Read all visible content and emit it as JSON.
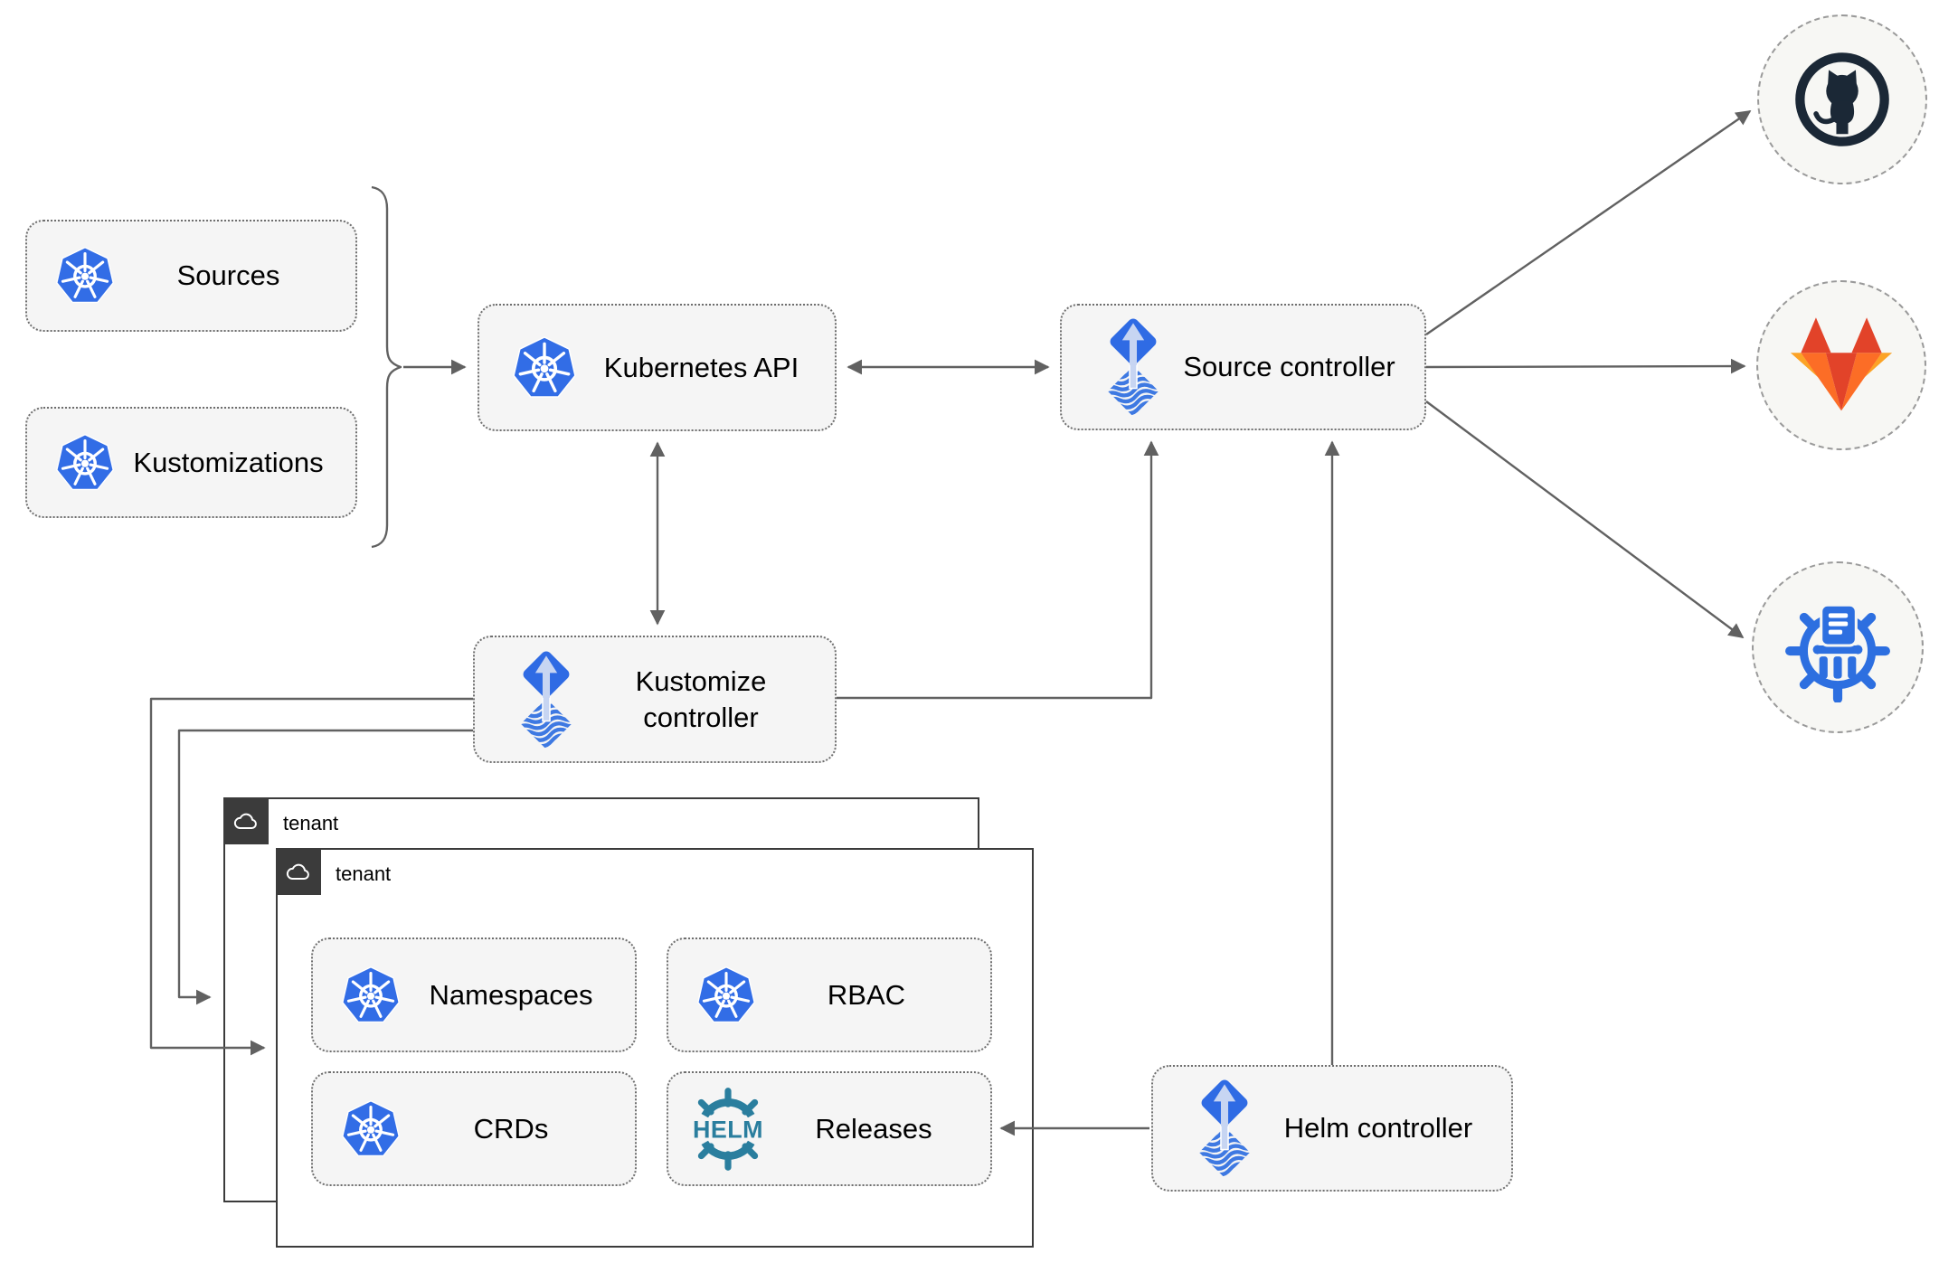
{
  "nodes": {
    "sources": {
      "label": "Sources",
      "icon": "kubernetes-icon"
    },
    "kustomizations": {
      "label": "Kustomizations",
      "icon": "kubernetes-icon"
    },
    "kubernetes_api": {
      "label": "Kubernetes API",
      "icon": "kubernetes-icon"
    },
    "source_controller": {
      "label": "Source controller",
      "icon": "flux-icon"
    },
    "kustomize_controller": {
      "label": "Kustomize controller",
      "icon": "flux-icon"
    },
    "helm_controller": {
      "label": "Helm controller",
      "icon": "flux-icon"
    },
    "tenant_back": {
      "label": "tenant",
      "icon": "cloud-icon"
    },
    "tenant_front": {
      "label": "tenant",
      "icon": "cloud-icon"
    },
    "namespaces": {
      "label": "Namespaces",
      "icon": "kubernetes-icon"
    },
    "rbac": {
      "label": "RBAC",
      "icon": "kubernetes-icon"
    },
    "crds": {
      "label": "CRDs",
      "icon": "kubernetes-icon"
    },
    "releases": {
      "label": "Releases",
      "icon": "helm-icon"
    }
  },
  "external_targets": [
    {
      "name": "github",
      "icon": "github-icon"
    },
    {
      "name": "gitlab",
      "icon": "gitlab-icon"
    },
    {
      "name": "chartmuseum",
      "icon": "chartmuseum-icon"
    }
  ],
  "icons": {
    "helm_wordmark": "HELM",
    "kubernetes-icon": "blue heptagon with white ship wheel",
    "flux-icon": "blue diamond with up arrow over wavy-striped diamond",
    "helm-icon": "teal ship wheel with HELM wordmark",
    "cloud-icon": "white outline cloud on dark tab",
    "github-icon": "octocat in dark ring",
    "gitlab-icon": "orange tanuki fox",
    "chartmuseum-icon": "blue ship wheel with museum columns and document"
  },
  "edges": [
    {
      "from": "sources_and_kustomizations",
      "to": "kubernetes_api",
      "style": "arrow-with-bracket"
    },
    {
      "from": "kubernetes_api",
      "to": "source_controller",
      "style": "bidirectional"
    },
    {
      "from": "kubernetes_api",
      "to": "kustomize_controller",
      "style": "bidirectional"
    },
    {
      "from": "kustomize_controller",
      "to": "source_controller",
      "style": "arrow"
    },
    {
      "from": "kustomize_controller",
      "to": "tenant_front",
      "style": "arrow"
    },
    {
      "from": "kustomize_controller",
      "to": "tenant_back",
      "style": "arrow"
    },
    {
      "from": "helm_controller",
      "to": "source_controller",
      "style": "arrow"
    },
    {
      "from": "helm_controller",
      "to": "releases",
      "style": "arrow"
    },
    {
      "from": "source_controller",
      "to": "github",
      "style": "arrow"
    },
    {
      "from": "source_controller",
      "to": "gitlab",
      "style": "arrow"
    },
    {
      "from": "source_controller",
      "to": "chartmuseum",
      "style": "arrow"
    }
  ],
  "colors": {
    "node_fill": "#f5f5f5",
    "node_border": "#6e6e6e",
    "line": "#616161",
    "tenant_border": "#3b3b3b",
    "tenant_tab": "#3b3b3b",
    "circle_fill": "#f7f7f4",
    "circle_border": "#9a9a9a",
    "kubernetes_blue": "#326de6",
    "flux_blue": "#2f6be4",
    "flux_arrow_light": "#c7d5f2",
    "flux_stripe_blue": "#3e79e2",
    "helm_teal": "#2a7e9e",
    "github_dark": "#1b2836",
    "gitlab_red": "#e24329",
    "gitlab_orange": "#fc6d26",
    "gitlab_yellow": "#fca326",
    "chartmuseum_blue": "#2d6fe0"
  }
}
